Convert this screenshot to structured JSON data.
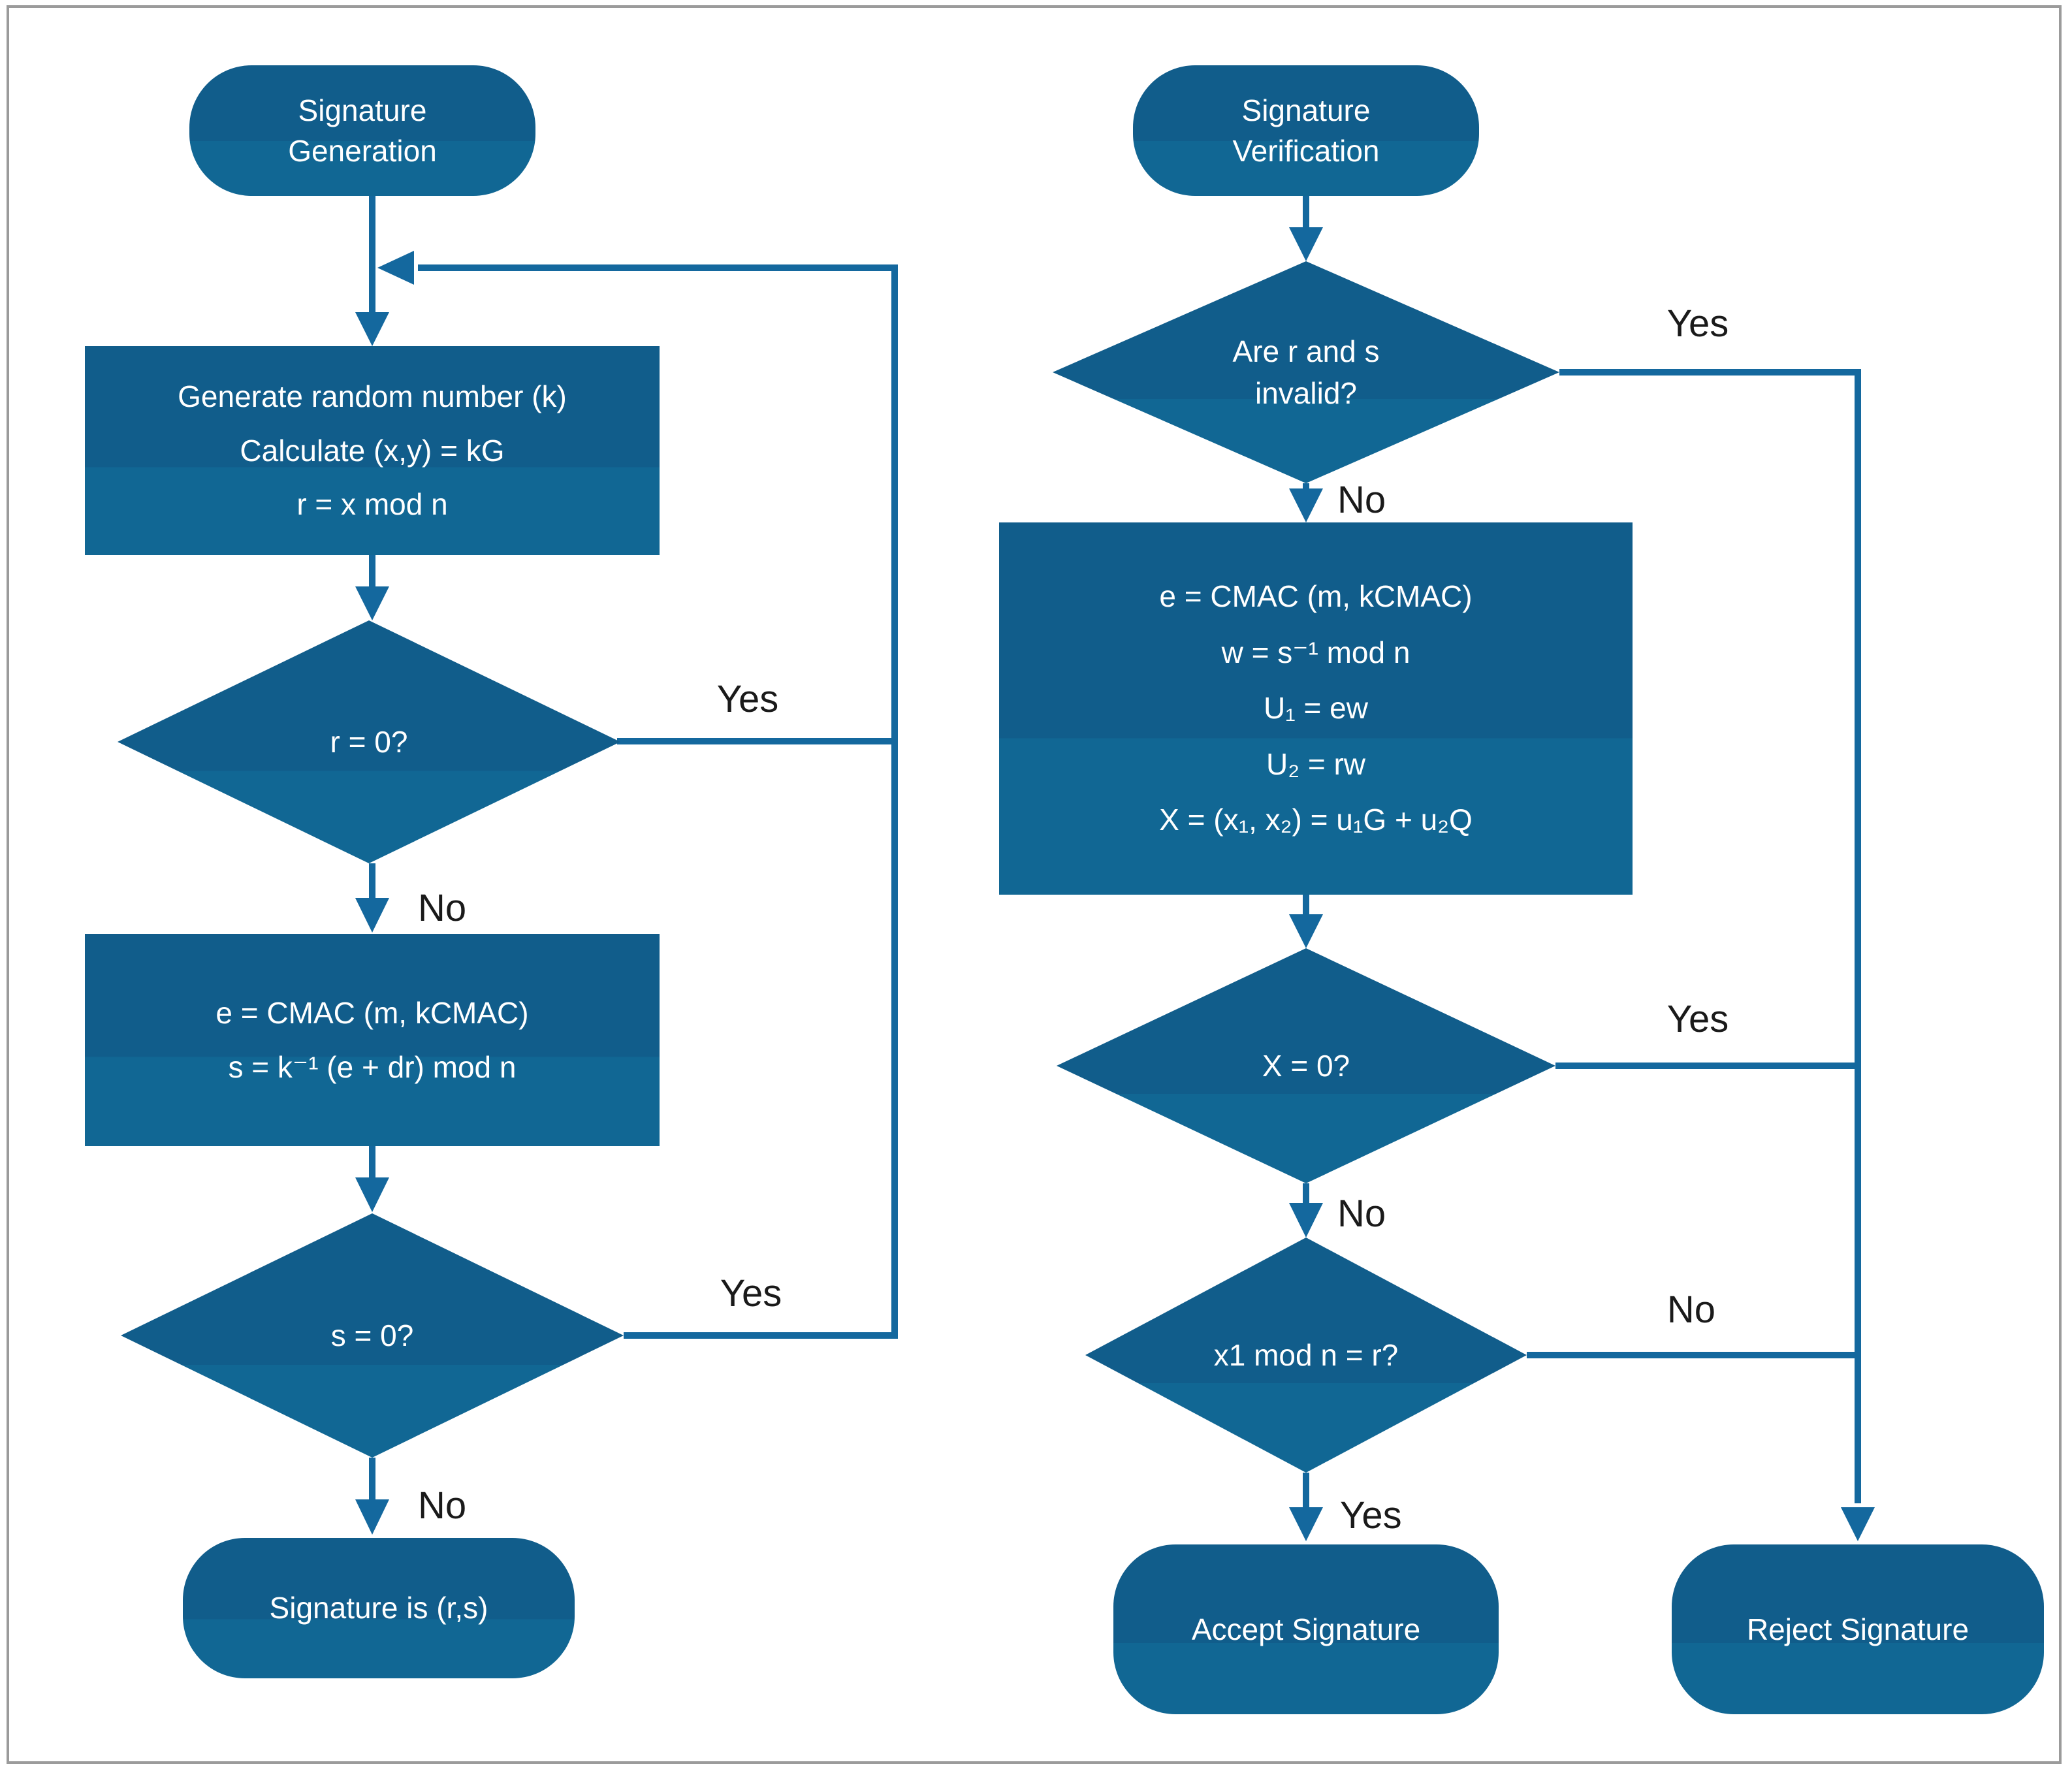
{
  "colors": {
    "node_fill_top": "#115d8b",
    "node_fill_bottom": "#116794",
    "connector": "#14689e",
    "node_text": "#ffffff",
    "label_text": "#1a1a1a",
    "frame": "#9b9b9b",
    "background": "#ffffff"
  },
  "generation": {
    "start": {
      "lines": [
        "Signature",
        "Generation"
      ]
    },
    "process1": {
      "lines": [
        "Generate random number (k)",
        "Calculate (x,y) = kG",
        "r = x mod n"
      ]
    },
    "decision_r": {
      "label": "r = 0?",
      "yes": "Yes",
      "no": "No"
    },
    "process2": {
      "lines": [
        "e = CMAC (m, kCMAC)",
        "s = k⁻¹ (e + dr) mod n"
      ]
    },
    "decision_s": {
      "label": "s = 0?",
      "yes": "Yes",
      "no": "No"
    },
    "end": {
      "label": "Signature is (r,s)"
    }
  },
  "verification": {
    "start": {
      "lines": [
        "Signature",
        "Verification"
      ]
    },
    "decision_rs": {
      "lines": [
        "Are r and s",
        "invalid?"
      ],
      "yes": "Yes",
      "no": "No"
    },
    "process": {
      "lines": [
        "e = CMAC (m, kCMAC)",
        "w = s⁻¹ mod n",
        "U₁ = ew",
        "U₂ = rw",
        "X = (x₁, x₂) = u₁G + u₂Q"
      ]
    },
    "decision_x": {
      "label": "X = 0?",
      "yes": "Yes",
      "no": "No"
    },
    "decision_xr": {
      "label": "x1 mod n = r?",
      "yes": "Yes",
      "no": "No"
    },
    "accept": {
      "label": "Accept Signature"
    },
    "reject": {
      "label": "Reject Signature"
    }
  }
}
